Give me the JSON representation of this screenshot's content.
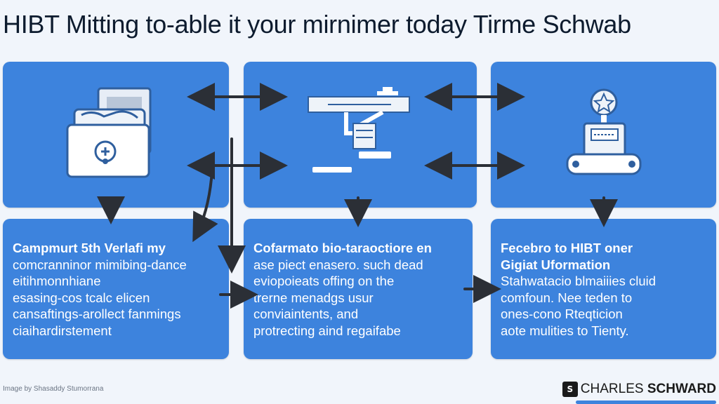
{
  "title": "HIBT Mitting to-able it your mirnimer today Tirme Schwab",
  "panels": [
    {
      "lines": [
        {
          "text": "Campmurt 5th Verlafi my",
          "bold": true
        },
        {
          "text": "comcranninor mimibing-dance",
          "bold": false
        },
        {
          "text": "eitihmonnhiane",
          "bold": false
        },
        {
          "text": "esasing-cos tcalc elicen",
          "bold": false
        },
        {
          "text": "cansaftings-arollect fanmings",
          "bold": false
        },
        {
          "text": "ciaihardirstement",
          "bold": false
        }
      ]
    },
    {
      "lines": [
        {
          "text": "Cofarmato bio-taraoctiore en",
          "bold": true
        },
        {
          "text": "ase piect enasero. such dead",
          "bold": false
        },
        {
          "text": "eviopoieats offing on the",
          "bold": false
        },
        {
          "text": "trerne menadgs usur",
          "bold": false
        },
        {
          "text": "conviaintents, and",
          "bold": false
        },
        {
          "text": "protrecting aind regaifabe",
          "bold": false
        }
      ]
    },
    {
      "lines": [
        {
          "text": "Fecebro to HIBT oner",
          "bold": true
        },
        {
          "text": "Gigiat Uformation",
          "bold": true
        },
        {
          "text": "Stahwatacio blmaiiies cluid",
          "bold": false
        },
        {
          "text": "comfoun. Nee teden to",
          "bold": false
        },
        {
          "text": "ones-cono Rteqticion",
          "bold": false
        },
        {
          "text": "aote mulities to Tienty.",
          "bold": false
        }
      ]
    }
  ],
  "footer": {
    "note": "Image by Shasaddy Stumorrana"
  },
  "logo": {
    "mark": "S",
    "name_regular": "CHARLES ",
    "name_bold": "SCHWARD"
  },
  "colors": {
    "panel": "#3d83dd",
    "arrow": "#2b2f36",
    "icon_fill": "#ffffff",
    "icon_stroke": "#2f5f9e"
  },
  "icons": [
    "wallet-icon",
    "server-rack-icon",
    "robot-badge-icon"
  ]
}
